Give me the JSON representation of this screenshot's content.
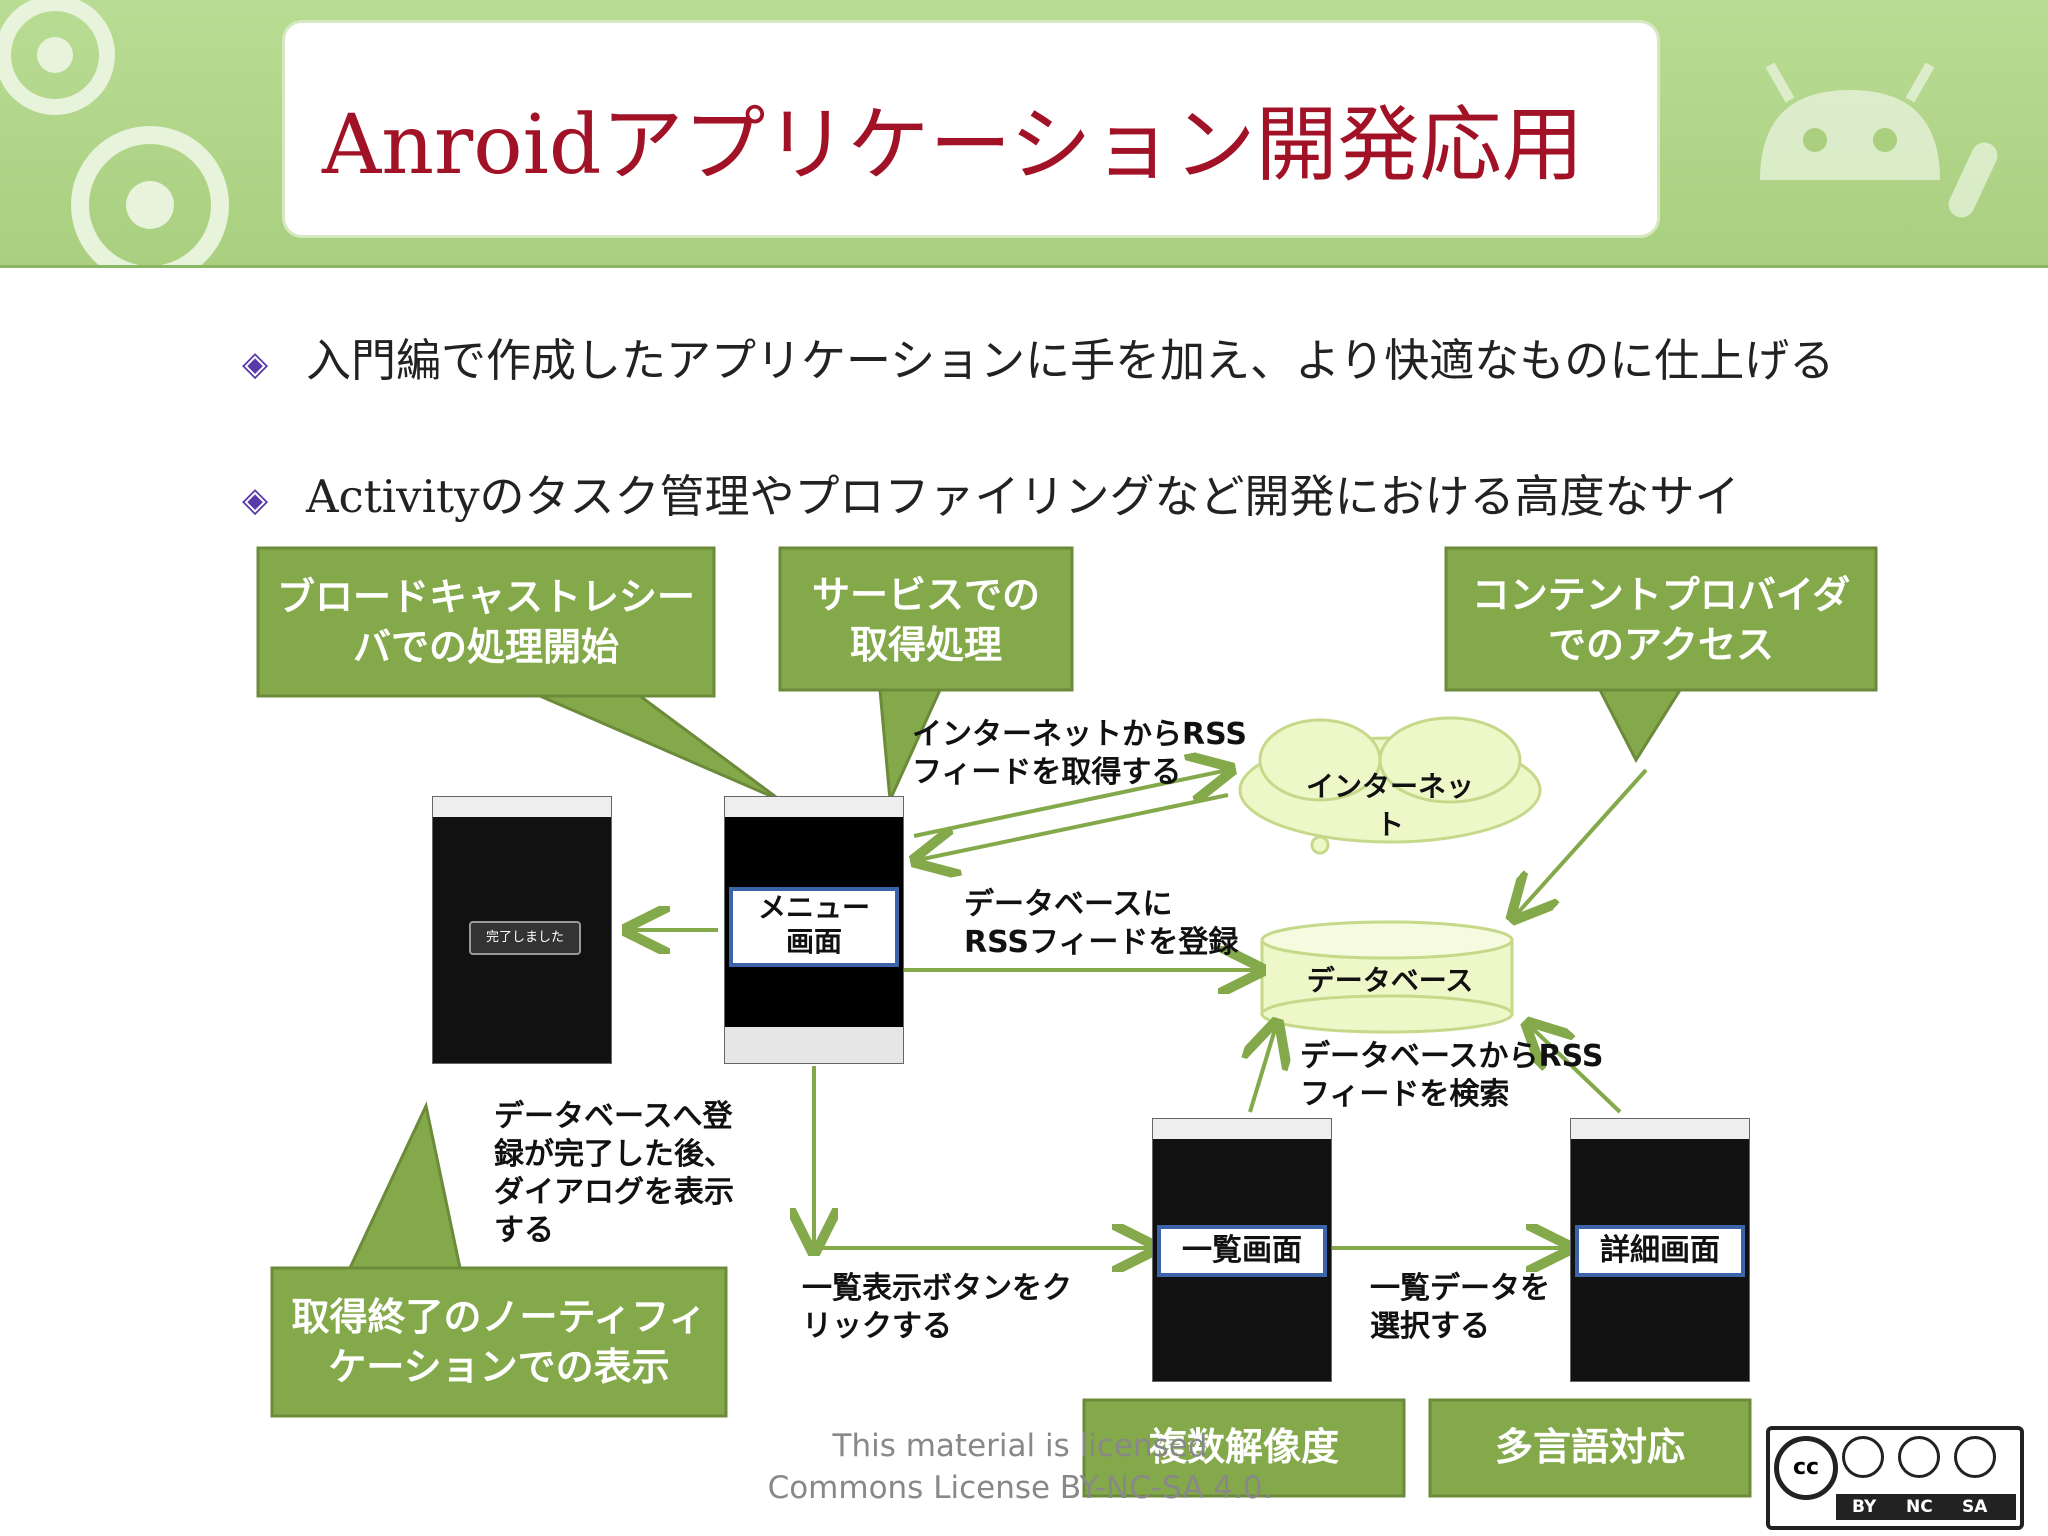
{
  "title": "Anroidアプリケーション開発応用",
  "bullets": [
    "入門編で作成したアプリケーションに手を加え、より快適なものに仕上げる",
    "Activityのタスク管理やプロファイリングなど開発における高度なサイ"
  ],
  "callouts": {
    "broadcast": [
      "ブロードキャストレシー",
      "バでの処理開始"
    ],
    "service": [
      "サービスでの",
      "取得処理"
    ],
    "provider": [
      "コンテントプロバイダ",
      "でのアクセス"
    ],
    "notification": [
      "取得終了のノーティフィ",
      "ケーションでの表示"
    ],
    "multi_resolution": "複数解像度",
    "multi_language": "多言語対応"
  },
  "diagram": {
    "menu_screen": [
      "メニュー",
      "画面"
    ],
    "list_screen": "一覧画面",
    "detail_screen": "詳細画面",
    "internet": "インターネット",
    "database": "データベース",
    "dialog": "完了しました",
    "labels": {
      "fetch_rss": [
        "インターネットからRSS",
        "フィードを取得する"
      ],
      "register_rss": [
        "データベースに",
        "RSSフィードを登録"
      ],
      "search_rss": [
        "データベースからRSS",
        "フィードを検索"
      ],
      "dialog_note": [
        "データベースへ登",
        "録が完了した後、",
        "ダイアログを表示",
        "する"
      ],
      "click_list": [
        "一覧表示ボタンをク",
        "リックする"
      ],
      "select_list": [
        "一覧データを",
        "選択する"
      ]
    }
  },
  "license": [
    "This material is licensed",
    "Commons License BY-NC-SA 4.0."
  ],
  "cc_badge": {
    "labels": [
      "BY",
      "NC",
      "SA"
    ],
    "mark": "cc"
  },
  "colors": {
    "accent_green": "#84a94a",
    "title_red": "#a11226",
    "header_green": "#b3d88c"
  }
}
